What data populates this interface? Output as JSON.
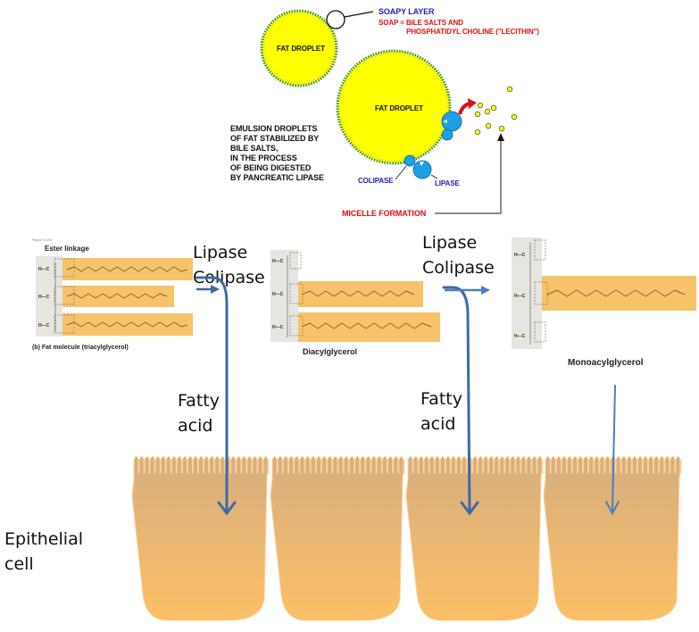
{
  "emulsion_figure": {
    "soapy_layer_label": "SOAPY LAYER",
    "soap_definition_line1": "SOAP = BILE SALTS AND",
    "soap_definition_line2": "PHOSPHATIDYL CHOLINE (\"LECITHIN\")",
    "small_droplet_label": "FAT DROPLET",
    "large_droplet_label": "FAT DROPLET",
    "description_lines": [
      "EMULSION DROPLETS",
      "OF FAT STABILIZED BY",
      "BILE SALTS,",
      "IN THE PROCESS",
      "OF BEING DIGESTED",
      "BY PANCREATIC LIPASE"
    ],
    "colipase_label": "COLIPASE",
    "lipase_label": "LIPASE",
    "micelle_label": "MICELLE FORMATION",
    "colors": {
      "droplet": "#ffff00",
      "enzyme": "#1ea0e6",
      "blue_text": "#2222bb",
      "red_text": "#dd1111",
      "soap_dots": "#3a8a3a"
    }
  },
  "molecules": {
    "triacylglycerol": {
      "figure_ref": "Figure 5.10b",
      "ester_label": "Ester linkage",
      "caption": "(b) Fat molecule (triacylglycerol)"
    },
    "diacylglycerol": {
      "caption": "Diacylglycerol"
    },
    "monoacylglycerol": {
      "caption": "Monoacylglycerol"
    }
  },
  "steps": [
    {
      "enzyme_line1": "Lipase",
      "enzyme_line2": "Colipase",
      "product_line1": "Fatty",
      "product_line2": "acid"
    },
    {
      "enzyme_line1": "Lipase",
      "enzyme_line2": "Colipase",
      "product_line1": "Fatty",
      "product_line2": "acid"
    }
  ],
  "epithelium": {
    "label_line1": "Epithelial",
    "label_line2": "cell",
    "cell_count": 4,
    "colors": {
      "top": "#d6ae80",
      "bottom": "#fdbf66"
    }
  },
  "arrow_color": "#3d6aa5",
  "chain_color": "#f6c36a",
  "glycerol_color": "#e6e5e0"
}
